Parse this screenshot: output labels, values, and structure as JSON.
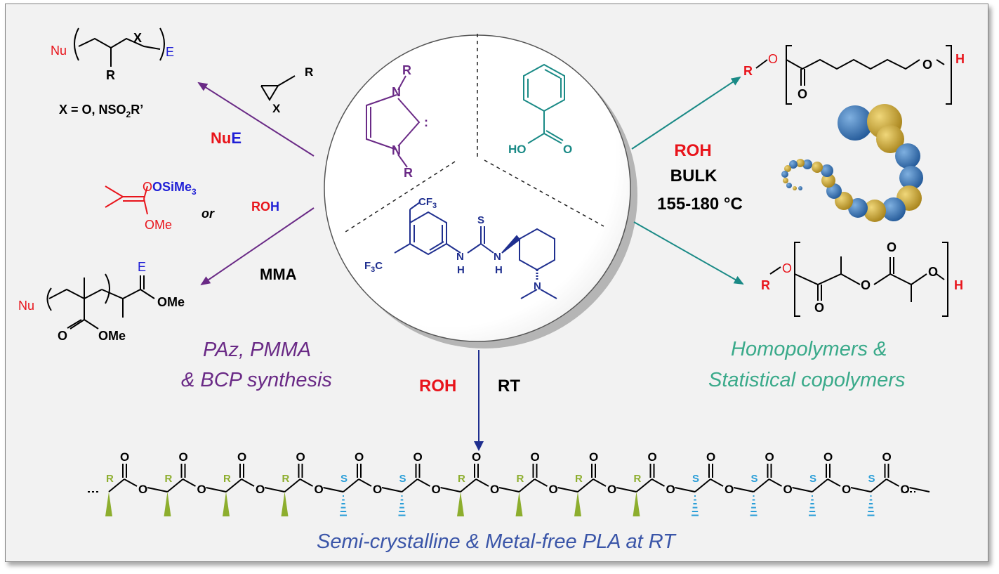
{
  "colors": {
    "red": "#e8141b",
    "blue": "#1f1fd6",
    "purple": "#6a2a86",
    "teal": "#1a8a86",
    "navy": "#1f2f8f",
    "olive": "#8dae2e",
    "sky": "#2a9ed8",
    "gold": "#c9a227",
    "ballblue": "#2f6fb4"
  },
  "catalysts": {
    "nhc": {
      "r_top": "R",
      "r_bottom": "R",
      "n_top": "N",
      "n_bottom": "N",
      "colon": ":"
    },
    "acid": {
      "ho": "HO",
      "o": "O"
    },
    "thiourea": {
      "cf3_top": "CF",
      "cf3_top_sub": "3",
      "cf3_left": "F",
      "cf3_left_sub": "3",
      "cf3_left_c": "C",
      "s": "S",
      "nh1": "N",
      "h1": "H",
      "nh2": "N",
      "h2": "H",
      "n_dimethyl": "N"
    }
  },
  "left_top": {
    "nu": "Nu",
    "x": "X",
    "e": "E",
    "r": "R",
    "x_def": "X = O, NSO",
    "x_def_sub": "2",
    "x_def_tail": "R’",
    "epoxide_r": "R",
    "epoxide_x": "X",
    "reagent_nu": "Nu",
    "reagent_e": "E"
  },
  "left_mid": {
    "osime": "OSiMe",
    "osime_sub": "3",
    "ome": "OMe",
    "or": "or",
    "roh_ro": "RO",
    "roh_h": "H",
    "mma": "MMA"
  },
  "left_bottom": {
    "nu": "Nu",
    "e": "E",
    "ome": "OMe",
    "o": "O",
    "ester_ome": "OMe"
  },
  "left_caption": {
    "line1": "PAz, PMMA",
    "line2": "& BCP synthesis"
  },
  "right_conditions": {
    "roh": "ROH",
    "bulk": "BULK",
    "temp": "155-180 °C"
  },
  "right_top": {
    "r": "R",
    "o1": "O",
    "o_carbonyl": "O",
    "o_end": "O",
    "h": "H"
  },
  "right_bottom": {
    "r": "R",
    "o1": "O",
    "o_carbonyl1": "O",
    "o_mid": "O",
    "o_carbonyl2": "O",
    "o_end": "O",
    "h": "H"
  },
  "right_caption": {
    "line1": "Homopolymers &",
    "line2": "Statistical copolymers"
  },
  "bottom_conditions": {
    "roh": "ROH",
    "rt": "RT"
  },
  "pla": {
    "stereo": [
      "R",
      "R",
      "R",
      "R",
      "S",
      "S",
      "R",
      "R",
      "R",
      "R",
      "S",
      "S",
      "S",
      "S"
    ],
    "carbonyl_o": "O",
    "ester_o": "O"
  },
  "bottom_caption": "Semi-crystalline & Metal-free PLA at RT"
}
